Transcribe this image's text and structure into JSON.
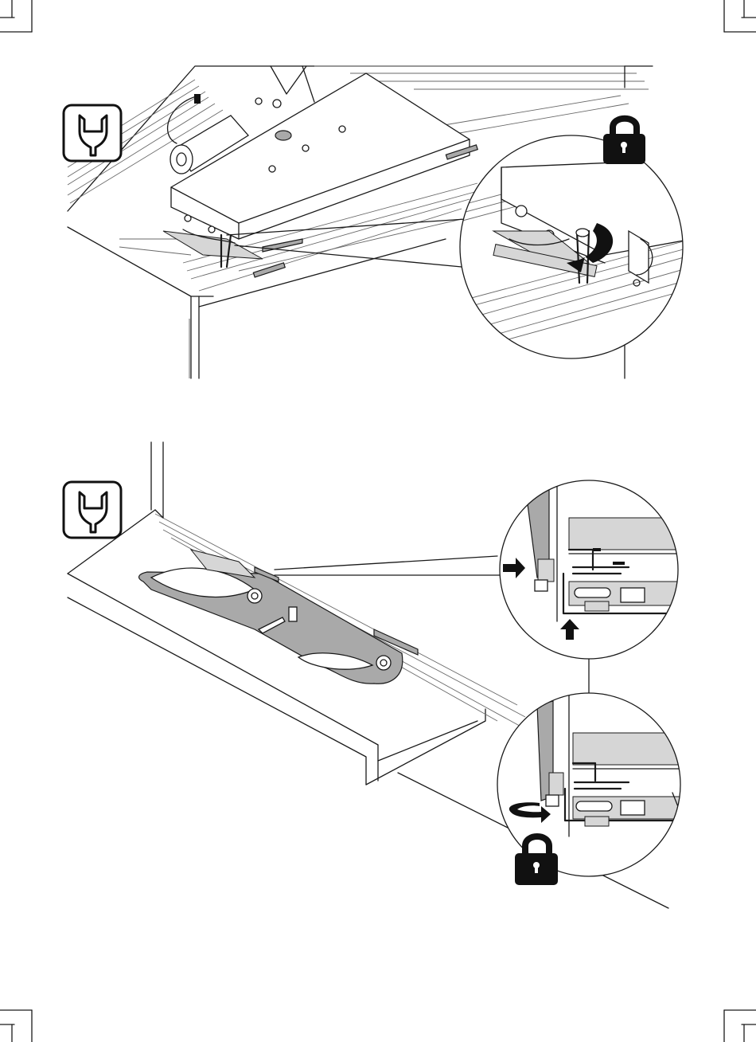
{
  "steps": [
    {
      "name": "step-1-unlock-motor",
      "tool": "wrench-icon",
      "lock": "lock-icon",
      "motion": "rotate-arrow"
    },
    {
      "name": "step-2-adjust-and-lock-bracket",
      "tool": "wrench-icon",
      "lock": "lock-icon",
      "motion": [
        "push-arrow",
        "lift-arrow",
        "tighten-arrow"
      ]
    }
  ],
  "colors": {
    "line": "#1a1a1a",
    "panel_gray": "#a9a9a9",
    "light_gray": "#d6d6d6",
    "icon_fill": "#111111"
  }
}
